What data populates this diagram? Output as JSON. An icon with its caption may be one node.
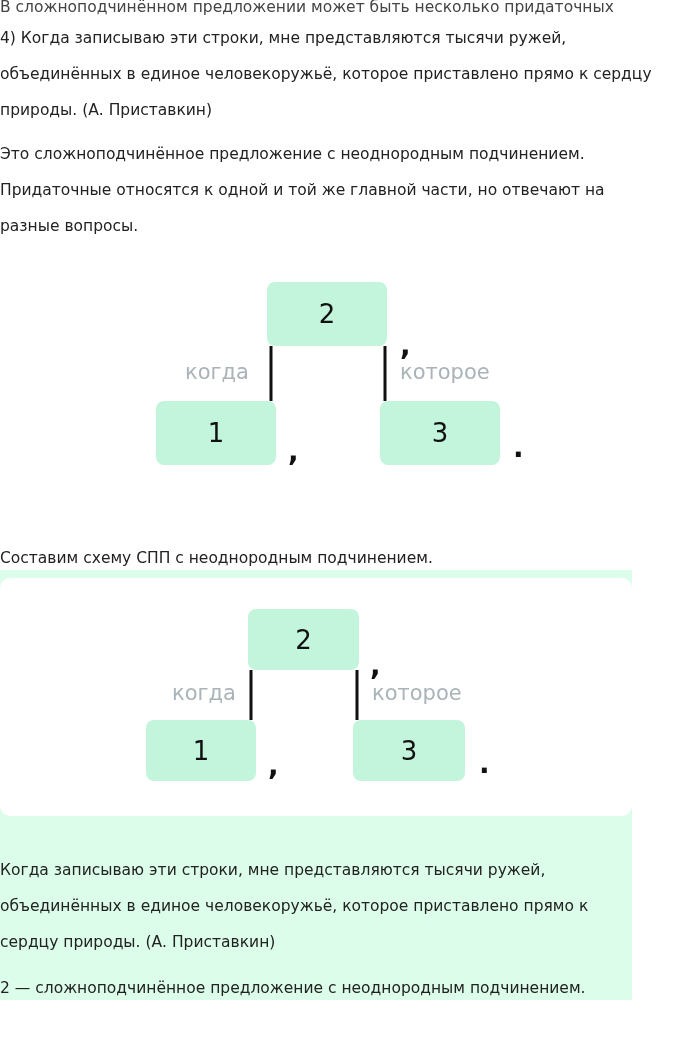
{
  "diagram": {
    "nodes": [
      {
        "text": [
          "2"
        ]
      },
      {
        "text": [
          "1"
        ]
      },
      {
        "text": [
          "3"
        ]
      },
      {
        "text": [
          "2"
        ]
      },
      {
        "text": [
          "1"
        ]
      },
      {
        "text": [
          "3"
        ]
      }
    ],
    "edges": [
      {
        "from": 0,
        "to": 1,
        "arrow": "none",
        "label": "когда"
      },
      {
        "from": 0,
        "to": 2,
        "arrow": "none",
        "label": "которое"
      },
      {
        "from": 3,
        "to": 4,
        "arrow": "none",
        "label": "когда"
      },
      {
        "from": 3,
        "to": 5,
        "arrow": "none",
        "label": "которое"
      }
    ],
    "labels": [
      "В сложноподчинённом предложении может быть несколько придаточных",
      "4) Когда записываю эти строки, мне представляются тысячи ружей, объединённых в единое человекоружьё, которое приставлено прямо к сердцу природы. (А. Приставкин)",
      "Это сложноподчинённое предложение с неоднородным подчинением. Придаточные относятся к одной и той же главной части, но отвечают на разные вопросы.",
      ",",
      ",",
      ".",
      "Составим схему СПП с неоднородным подчинением.",
      ",",
      ",",
      ".",
      "Когда записываю эти строки, мне представляются тысячи ружей, объединённых в единое человекоружьё, которое приставлено прямо к сердцу природы. (А. Приставкин)",
      "2 — сложноподчинённое предложение с неоднородным подчинением."
    ]
  }
}
